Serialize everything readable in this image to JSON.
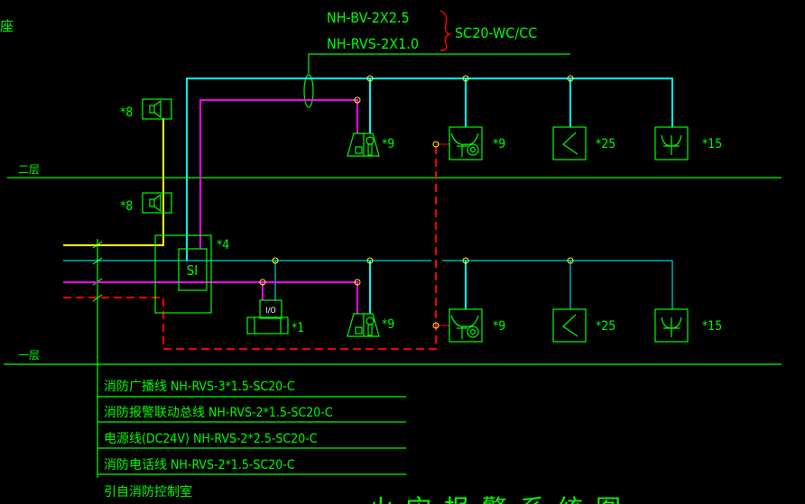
{
  "colors": {
    "background": "#000000",
    "linework": "#00ff00",
    "broadcast": "#ffff00",
    "bus": "#00ffff",
    "power": "#ff00ff",
    "phone": "#ff0000"
  },
  "top_label": "座",
  "floors": {
    "second": "二层",
    "first": "一层"
  },
  "cable_note": {
    "line1": "NH-BV-2X2.5",
    "line2": "NH-RVS-2X1.0",
    "conduit": "SC20-WC/CC"
  },
  "devices": {
    "speaker_count": "*8",
    "module_label": "SI",
    "module_count": "*4",
    "io_label": "I/O",
    "io_count": "*1",
    "detector_count": "*9",
    "alarm_count": "*9",
    "manual_count": "*25",
    "bell_count": "*15"
  },
  "legend": [
    "消防广播线 NH-RVS-3*1.5-SC20-C",
    "消防报警联动总线 NH-RVS-2*1.5-SC20-C",
    "电源线(DC24V) NH-RVS-2*2.5-SC20-C",
    "消防电话线 NH-RVS-2*1.5-SC20-C"
  ],
  "source_note": "引自消防控制室",
  "drawing_title": "火灾报警系统图"
}
